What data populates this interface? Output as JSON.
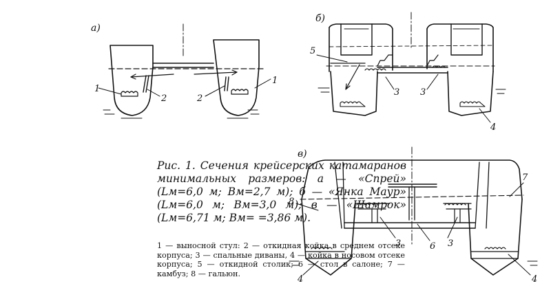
{
  "panels": {
    "a": {
      "label": "а)",
      "callouts": [
        "1",
        "2",
        "2",
        "1"
      ]
    },
    "b": {
      "label": "б)",
      "callouts": [
        "5",
        "3",
        "3",
        "4"
      ]
    },
    "c": {
      "label": "в)",
      "callouts": [
        "7",
        "8",
        "3",
        "6",
        "3",
        "4",
        "4"
      ]
    }
  },
  "caption": {
    "text": "Рис. 1. Сечения крейсерских катамаранов минимальных размеров: а — «Спрей» (Lм=6,0 м; Вм=2,7 м); б — «Янка Маур» (Lм=6,0 м; Вм=3,0 м); в — «Шамрок» (Lм=6,71 м; Вм= =3,86 м).",
    "legend": "1 — выносной стул: 2 — откидная койка в среднем отсеке корпуса; 3 — спальные диваны, 4 — койка в носовом отсеке корпуса; 5 — откидной столик; 6 — стол в салоне; 7 — камбуз; 8 — гальюн."
  }
}
